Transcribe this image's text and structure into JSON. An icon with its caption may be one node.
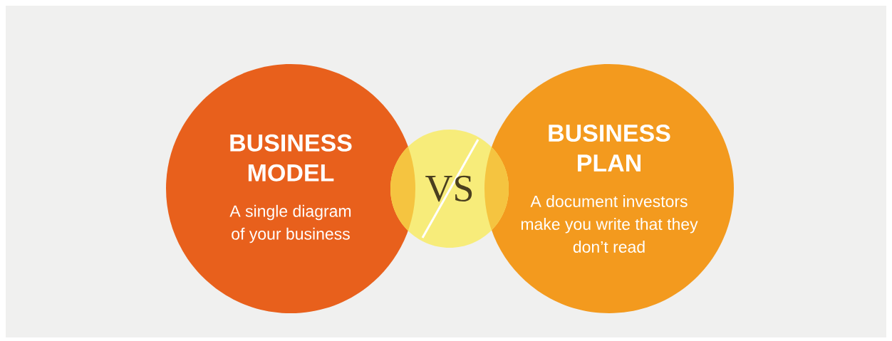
{
  "diagram": {
    "nodes": [
      {
        "text": [
          "BUSINESS MODEL",
          "A single diagram of your business"
        ]
      },
      {
        "text": [
          "VS"
        ]
      },
      {
        "text": [
          "BUSINESS PLAN",
          "A document investors make you write that they don’t read"
        ]
      }
    ]
  }
}
